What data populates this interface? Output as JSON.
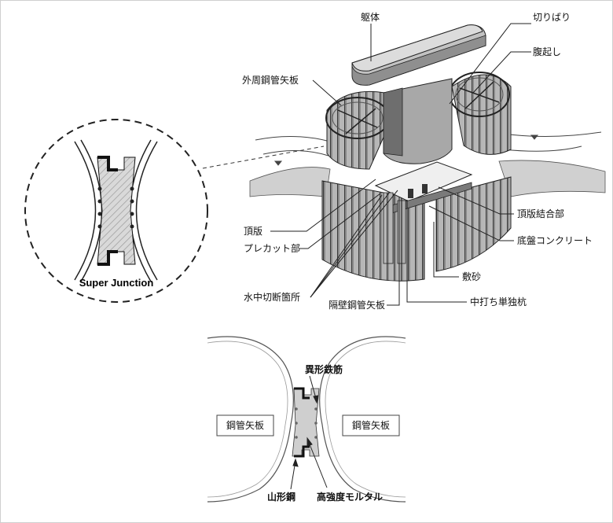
{
  "labels": {
    "kutai": "躯体",
    "kiribari": "切りばり",
    "haraokoshi": "腹起し",
    "gaishu": "外周鋼管矢板",
    "chouban": "頂版",
    "precut": "プレカット部",
    "suichu": "水中切断箇所",
    "kakuheki": "隔壁鋼管矢板",
    "chouban_ketsugo": "頂版結合部",
    "teiban": "底盤コンクリート",
    "shikizuna": "敷砂",
    "nakauchi": "中打ち単独杭",
    "super_junction": "Super Junction",
    "kokan_left": "鋼管矢板",
    "kokan_right": "鋼管矢板",
    "ikei": "異形鉄筋",
    "sankei": "山形鋼",
    "mortar": "高強度モルタル"
  }
}
